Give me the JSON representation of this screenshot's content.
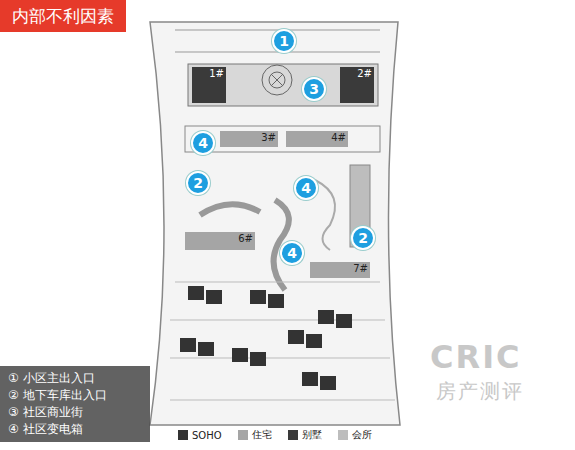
{
  "diagram": {
    "title": "内部不利因素",
    "nodes": [
      {
        "text": [
          "1"
        ]
      },
      {
        "text": [
          "1#"
        ]
      },
      {
        "text": [
          "3"
        ]
      },
      {
        "text": [
          "2#"
        ]
      },
      {
        "text": [
          "4"
        ]
      },
      {
        "text": [
          "3#"
        ]
      },
      {
        "text": [
          "4#"
        ]
      },
      {
        "text": [
          "2"
        ]
      },
      {
        "text": [
          "4"
        ]
      },
      {
        "text": [
          "2"
        ]
      },
      {
        "text": [
          "6#"
        ]
      },
      {
        "text": [
          "4"
        ]
      },
      {
        "text": [
          "7#"
        ]
      },
      {
        "text": [
          "① 小区主出入口",
          "② 地下车库出入口",
          "③ 社区商业街",
          "④ 社区变电箱"
        ]
      }
    ],
    "labels": [
      "CRIC",
      "房产测评"
    ],
    "legend": [
      {
        "text": "SOHO",
        "color": "#333333"
      },
      {
        "text": "住宅",
        "color": "#a5a5a5"
      },
      {
        "text": "别墅",
        "color": "#3a3a3a"
      },
      {
        "text": "会所",
        "color": "#bdbdbd"
      }
    ]
  }
}
